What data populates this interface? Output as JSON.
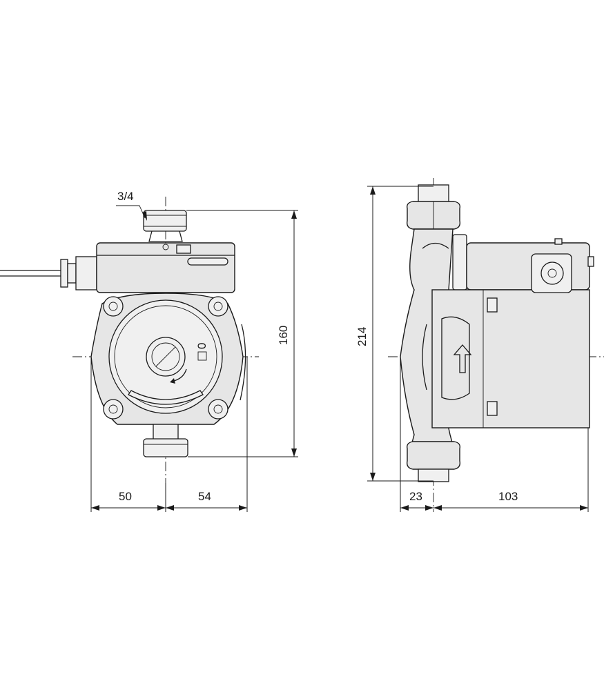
{
  "front_view": {
    "thread_label": "3/4",
    "height_label": "160",
    "left_width_label": "50",
    "right_width_label": "54",
    "dial_mark": "0"
  },
  "side_view": {
    "height_label": "214",
    "left_width_label": "23",
    "right_width_label": "103"
  },
  "colors": {
    "line": "#1a1a1a",
    "body": "#e6e6e6",
    "background": "#ffffff"
  }
}
